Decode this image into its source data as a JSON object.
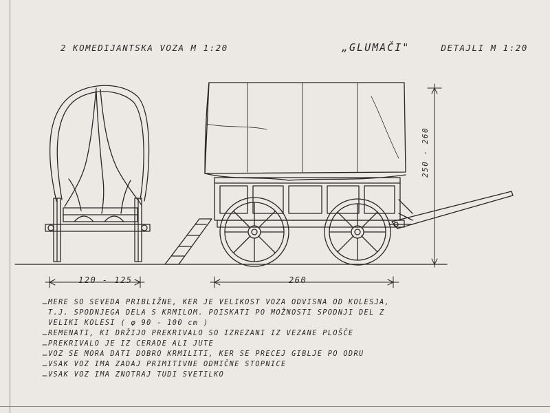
{
  "title_left": "2 KOMEDIJANTSKA VOZA   M 1:20",
  "title_right": {
    "name": "„GLUMAČI\"",
    "detail": "DETAJLI M 1:20"
  },
  "dimensions": {
    "front_width": "120 - 125",
    "side_length": "260",
    "height": "250 - 260"
  },
  "notes": [
    "MERE SO SEVEDA PRIBLIŽNE, KER JE VELIKOST VOZA ODVISNA OD KOLESJA,",
    "T.J. SPODNJEGA DELA S KRMILOM. POISKATI PO MOŽNOSTI SPODNJI DEL Z",
    "VELIKI KOLESI ( φ 90 - 100 cm )",
    "REMENATI, KI DRŽIJO PREKRIVALO SO IZREZANI IZ VEZANE PLOŠČE",
    "PREKRIVALO JE IZ CERADE ALI JUTE",
    "VOZ SE MORA DATI DOBRO KRMILITI, KER SE PRECEJ GIBLJE PO ODRU",
    "VSAK VOZ IMA ZADAJ PRIMITIVNE ODMIČNE STOPNICE",
    "VSAK VOZ IMA ZNOTRAJ TUDI SVETILKO"
  ],
  "colors": {
    "paper": "#ece9e4",
    "ink": "#2a2624"
  }
}
